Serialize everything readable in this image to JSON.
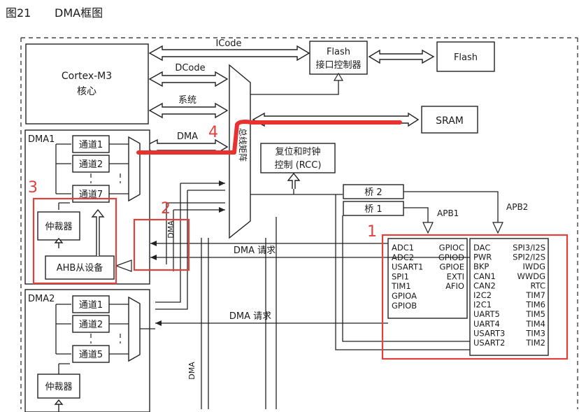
{
  "figure_label": "图21",
  "title": "DMA框图",
  "cortex": {
    "name": "Cortex-M3",
    "sub": "核心"
  },
  "buses": {
    "icode": "ICode",
    "dcode": "DCode",
    "system": "系统",
    "dma": "DMA"
  },
  "flash_if": {
    "line1": "Flash",
    "line2": "接口控制器"
  },
  "flash": "Flash",
  "sram": "SRAM",
  "rcc": {
    "line1": "复位和时钟",
    "line2": "控制 (RCC)"
  },
  "bus_matrix": "总线矩阵",
  "bridge2": "桥 2",
  "bridge1": "桥 1",
  "apb1": "APB1",
  "apb2": "APB2",
  "dma1": {
    "label": "DMA1",
    "channels": [
      "通道1",
      "通道2",
      "通道7"
    ],
    "arbiter": "仲裁器",
    "ahb_slave": "AHB从设备"
  },
  "dma2": {
    "label": "DMA2",
    "channels": [
      "通道1",
      "通道2",
      "通道5"
    ],
    "arbiter": "仲裁器"
  },
  "dma_vertical": "DMA",
  "dma_request": "DMA 请求",
  "apb1_periph": {
    "left": [
      "ADC1",
      "ADC2",
      "USART1",
      "SPI1",
      "TIM1",
      "GPIOA",
      "GPIOB"
    ],
    "right": [
      "GPIOC",
      "GPIOD",
      "GPIOE",
      "EXTI",
      "AFIO"
    ]
  },
  "apb2_periph": {
    "left": [
      "DAC",
      "PWR",
      "BKP",
      "CAN1",
      "CAN2",
      "I2C2",
      "I2C1",
      "UART5",
      "UART4",
      "USART3",
      "USART2"
    ],
    "right": [
      "SPI3/I2S",
      "SPI2/I2S",
      "IWDG",
      "WWDG",
      "RTC",
      "TIM7",
      "TIM6",
      "TIM5",
      "TIM4",
      "TIM3",
      "TIM2"
    ]
  },
  "annotations": [
    "1",
    "2",
    "3",
    "4"
  ],
  "colors": {
    "annotation": "#e0403e",
    "stroke": "#222222"
  }
}
